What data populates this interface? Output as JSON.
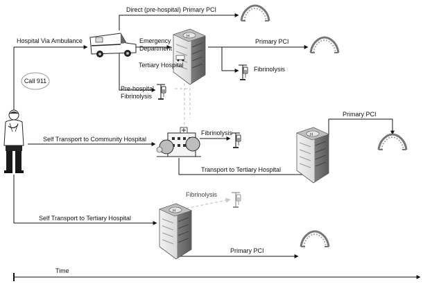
{
  "start": {
    "label": "Call 911"
  },
  "routes": {
    "ambulance": "Hospital Via Ambulance",
    "self_community": "Self Transport to Community Hospital",
    "self_tertiary": "Self Transport to Tertiary Hospital"
  },
  "ambulance_branch": {
    "direct_pci": "Direct (pre-hospital) Primary PCI",
    "ed_line1": "Emergency",
    "ed_line2": "Department",
    "prehospital_line1": "Pre-hospital",
    "prehospital_line2": "Fibrinolysis",
    "tertiary_hospital": "Tertiary Hospital",
    "primary_pci": "Primary PCI",
    "fibrinolysis": "Fibrinolysis"
  },
  "community_branch": {
    "fibrinolysis": "Fibrinolysis",
    "transport": "Transport to Tertiary Hospital",
    "primary_pci": "Primary PCI"
  },
  "tertiary_branch": {
    "fibrinolysis": "Fibrinolysis",
    "primary_pci": "Primary PCI"
  },
  "timeline": {
    "label": "Time"
  },
  "icons": [
    "person-icon",
    "ambulance-icon",
    "hospital-icon",
    "community-hospital-icon",
    "pci-arch-icon",
    "iv-drip-icon"
  ],
  "colors": {
    "line": "#111111",
    "dashed": "#c8c8c8",
    "building": "#8a8a8a"
  }
}
